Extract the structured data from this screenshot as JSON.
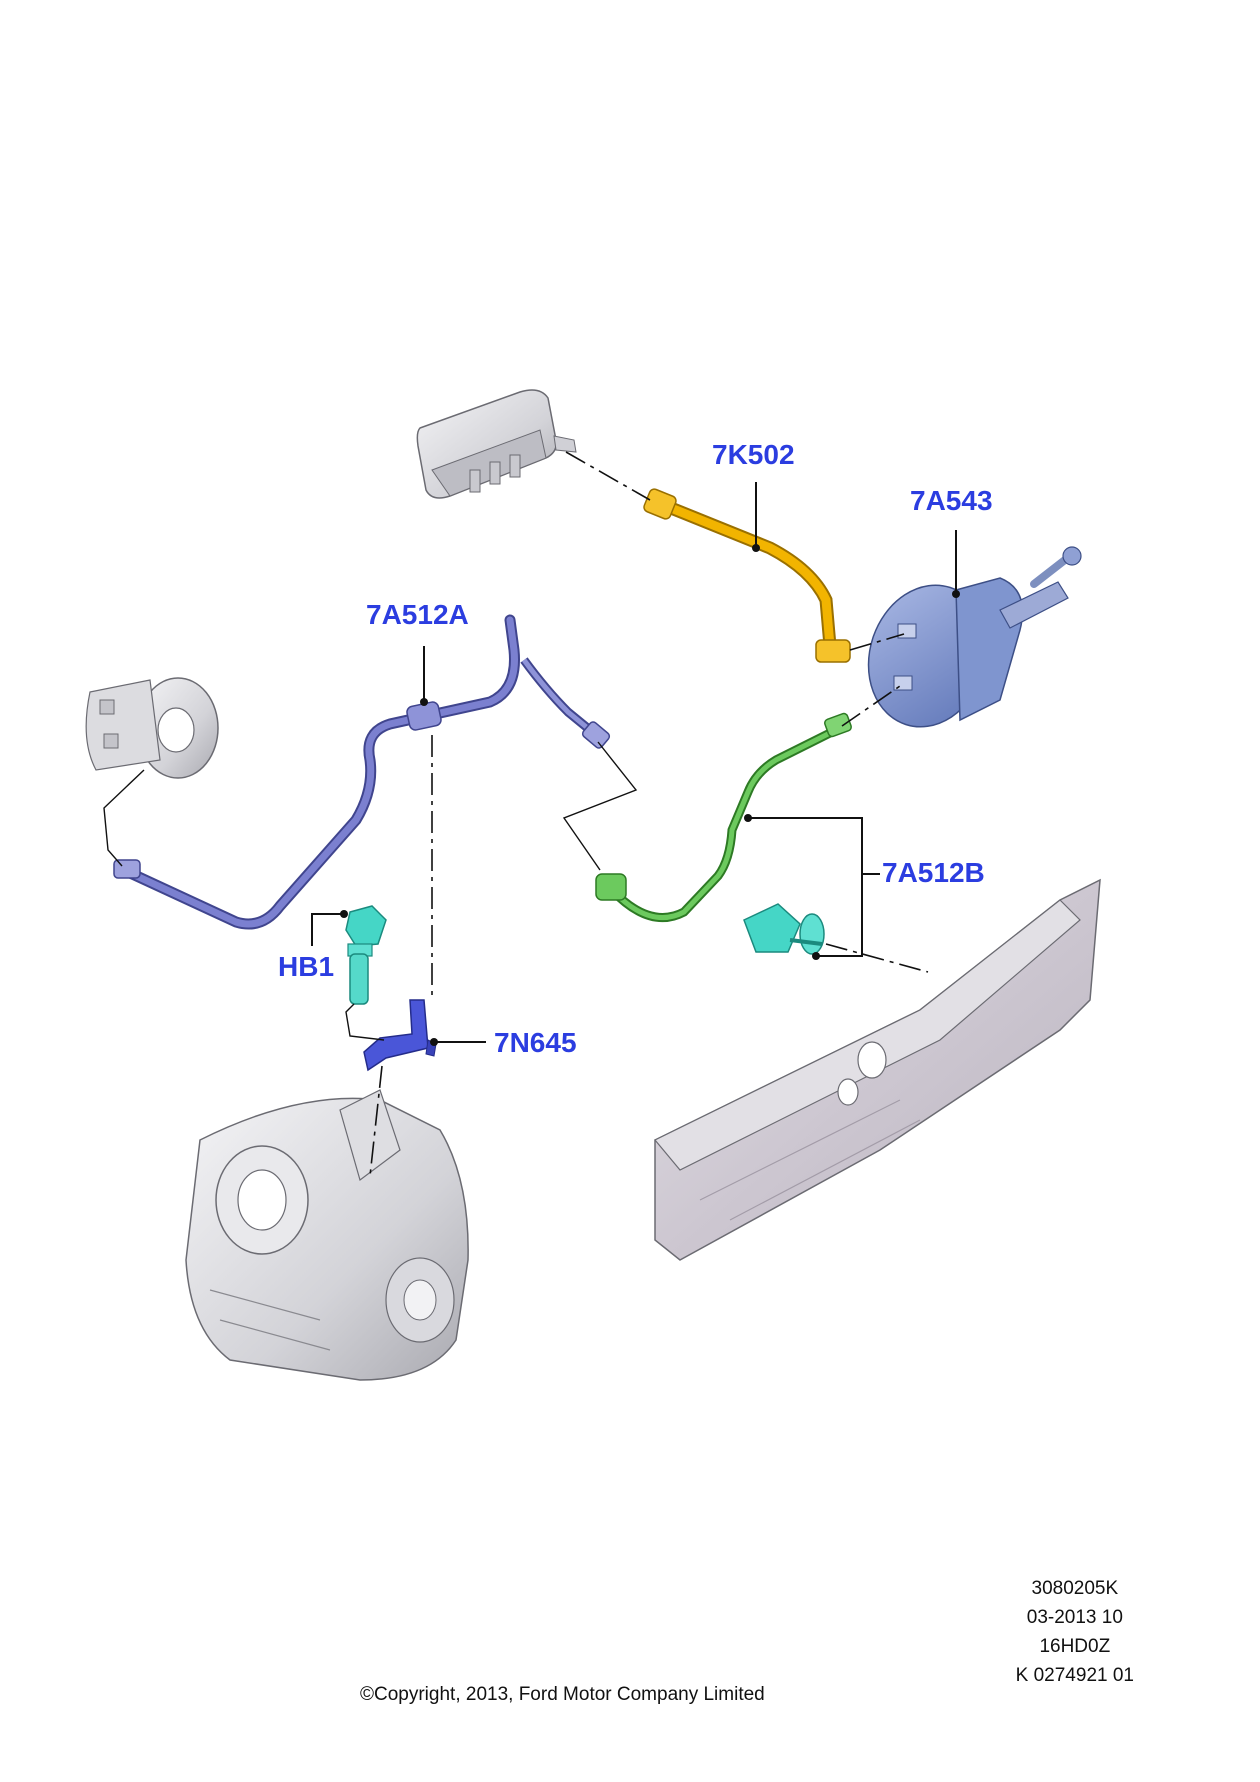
{
  "parts": {
    "clutch_pipe_upper": {
      "code": "7K502"
    },
    "master_cylinder": {
      "code": "7A543"
    },
    "clutch_pipe_a": {
      "code": "7A512A"
    },
    "clutch_pipe_b": {
      "code": "7A512B"
    },
    "bolt": {
      "code": "HB1"
    },
    "bracket": {
      "code": "7N645"
    }
  },
  "colors": {
    "label": "#2b3de0",
    "pipe_yellow": "#f2b400",
    "pipe_blue": "#6f74c8",
    "pipe_green": "#57b94a",
    "cyan_part": "#45d6c6",
    "master_cylinder": "#7f95cf",
    "bracket": "#4a56d8",
    "grey_part": "#d8d8dc",
    "body_panel": "#cfcbd3"
  },
  "footer": {
    "ref_code": "3080205K",
    "date_code": "03-2013 10",
    "model_code": "16HD0Z",
    "catalog_code": "K 0274921 01",
    "copyright": "©Copyright, 2013, Ford Motor Company Limited"
  }
}
